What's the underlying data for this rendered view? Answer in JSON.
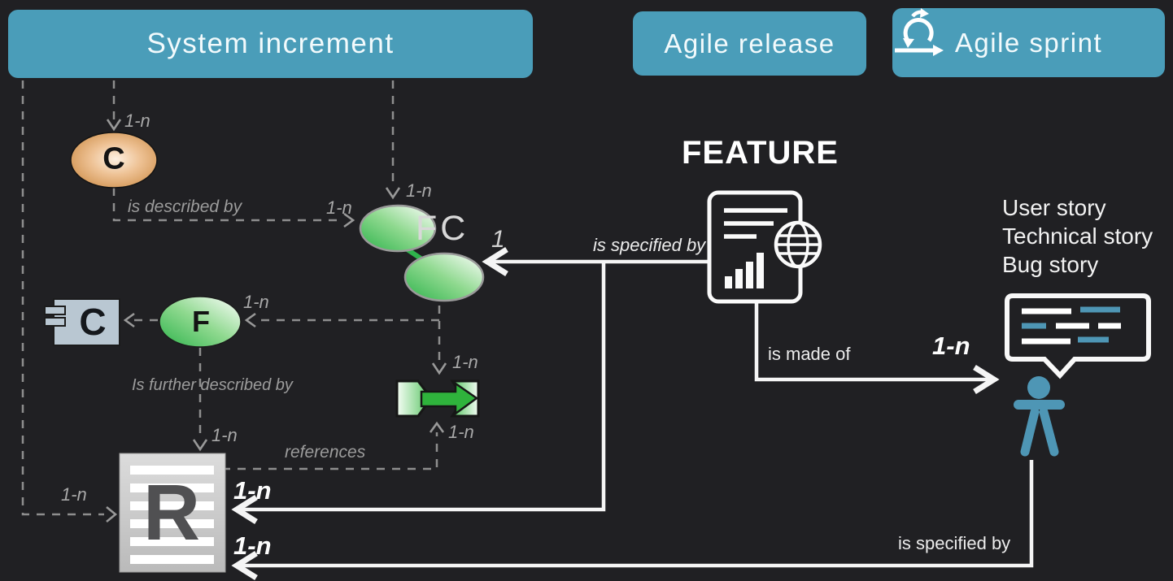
{
  "colors": {
    "background": "#202023",
    "pill_teal": "#4A9DB9",
    "accent_teal": "#4E96B5",
    "green": "#3CB54A",
    "orange": "#D89A5E",
    "gray_line": "#8E8E8E",
    "component_fill": "#B9C7D2",
    "document_gray": "#CDCDCD",
    "white": "#F5F5F5"
  },
  "header": {
    "system_increment": "System increment",
    "agile_release": "Agile release",
    "agile_sprint": "Agile sprint"
  },
  "feature_label": "FEATURE",
  "stories": {
    "user": "User story",
    "technical": "Technical story",
    "bug": "Bug story"
  },
  "nodes": {
    "capability_letter": "C",
    "feature_cluster_label": "FC",
    "function_letter": "F",
    "component_letter": "C",
    "requirement_letter": "R"
  },
  "relations": {
    "is_described_by": "is described by",
    "is_further_described_by": "Is further described by",
    "references": "references",
    "is_specified_by_feature": "is specified by",
    "is_made_of": "is made of",
    "is_specified_by_story": "is specified by"
  },
  "multiplicities": {
    "system_to_capability": "1-n",
    "system_to_fc": "1-n",
    "capability_to_fc": "1-n",
    "fc_exact_one": "1",
    "fc_to_function": "1-n",
    "fc_to_connector": "1-n",
    "connector_to_requirement": "1-n",
    "function_to_requirement": "1-n",
    "system_to_requirement": "1-n",
    "feature_to_requirement": "1-n",
    "story_to_requirement": "1-n",
    "feature_to_story": "1-n"
  }
}
